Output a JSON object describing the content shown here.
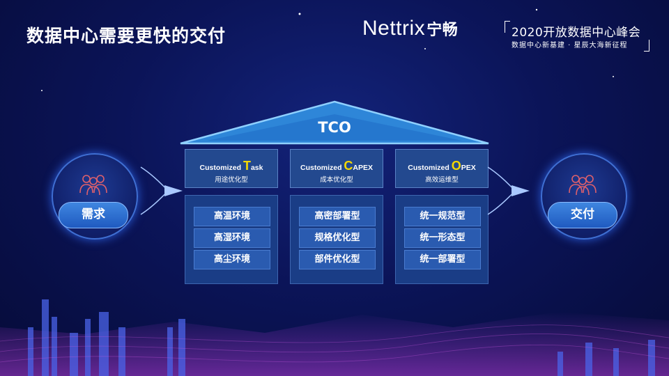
{
  "slide": {
    "title": "数据中心需要更快的交付"
  },
  "brand": {
    "name": "Nettrix",
    "name_cn": "宁畅"
  },
  "summit": {
    "line1": "2020开放数据中心峰会",
    "line2": "数据中心新基建 · 星辰大海新征程"
  },
  "roof": {
    "label": "TCO"
  },
  "columns": [
    {
      "prefix": "Customized",
      "initial": "T",
      "suffix": "ask",
      "subtitle": "用途优化型",
      "items": [
        "高温环境",
        "高湿环境",
        "高尘环境"
      ]
    },
    {
      "prefix": "Customized",
      "initial": "C",
      "suffix": "APEX",
      "subtitle": "成本优化型",
      "items": [
        "高密部署型",
        "规格优化型",
        "部件优化型"
      ]
    },
    {
      "prefix": "Customized",
      "initial": "O",
      "suffix": "PEX",
      "subtitle": "高效运维型",
      "items": [
        "统一规范型",
        "统一形态型",
        "统一部署型"
      ]
    }
  ],
  "left_node": {
    "label": "需求",
    "icon": "people-group-icon"
  },
  "right_node": {
    "label": "交付",
    "icon": "people-group-icon"
  },
  "colors": {
    "background": "#0b1458",
    "accent_yellow": "#f4d800",
    "panel": "#1a3d86",
    "pill": "#2f72d6",
    "roof": "#2e86d8"
  }
}
